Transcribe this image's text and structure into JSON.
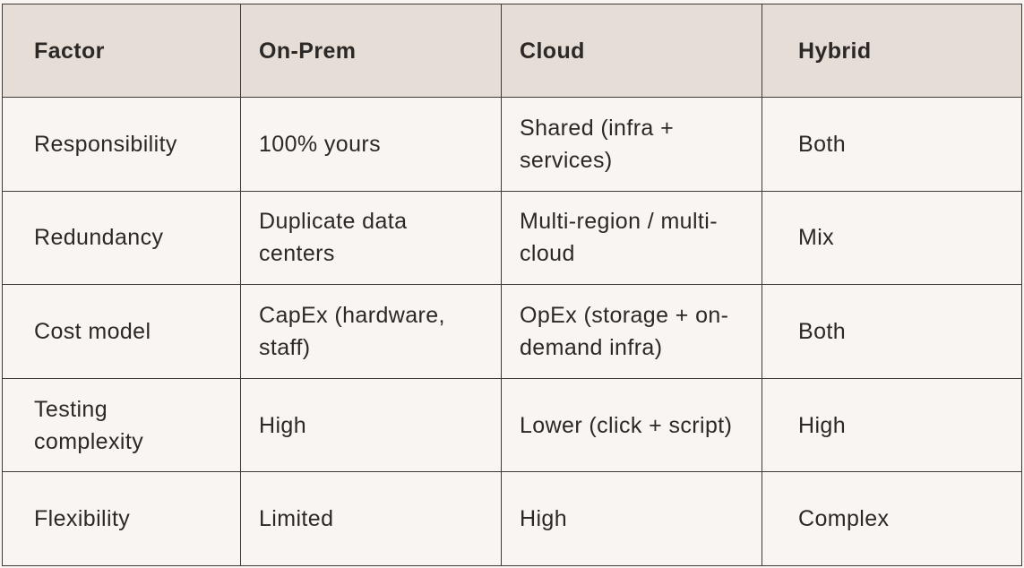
{
  "table": {
    "headers": [
      "Factor",
      "On-Prem",
      "Cloud",
      "Hybrid"
    ],
    "rows": [
      [
        "Responsibility",
        "100% yours",
        "Shared (infra + services)",
        "Both"
      ],
      [
        "Redundancy",
        "Duplicate data centers",
        "Multi-region / multi-cloud",
        "Mix"
      ],
      [
        "Cost model",
        "CapEx (hardware, staff)",
        "OpEx (storage + on-demand infra)",
        "Both"
      ],
      [
        "Testing complexity",
        "High",
        "Lower (click + script)",
        "High"
      ],
      [
        "Flexibility",
        "Limited",
        "High",
        "Complex"
      ]
    ]
  },
  "colors": {
    "header_bg": "#e6ddd7",
    "body_bg": "#f8f5f2",
    "border": "#3f3a36",
    "text": "#2b2826"
  }
}
